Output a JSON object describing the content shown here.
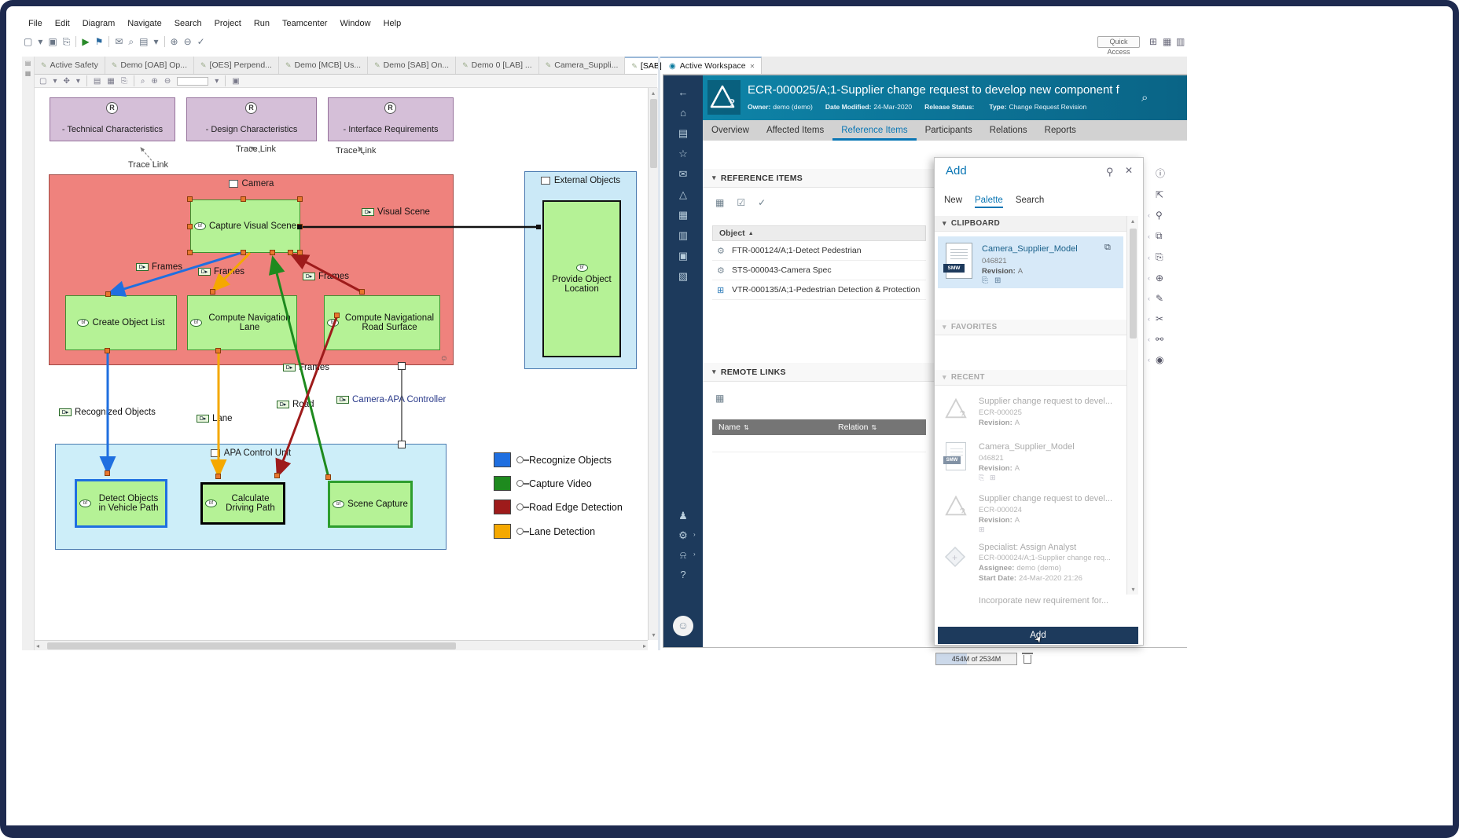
{
  "window": {
    "menu": [
      "File",
      "Edit",
      "Diagram",
      "Navigate",
      "Search",
      "Project",
      "Run",
      "Teamcenter",
      "Window",
      "Help"
    ],
    "quick_access": "Quick Access",
    "memory": "454M of 2534M"
  },
  "editor": {
    "tabs": [
      {
        "label": "Active Safety"
      },
      {
        "label": "Demo [OAB] Op..."
      },
      {
        "label": "[OES] Perpend..."
      },
      {
        "label": "Demo [MCB] Us..."
      },
      {
        "label": "Demo [SAB] On..."
      },
      {
        "label": "Demo 0 [LAB] ..."
      },
      {
        "label": "Camera_Suppli..."
      },
      {
        "label": "[SAB] Camera"
      }
    ]
  },
  "diagram": {
    "req_boxes": [
      "- Technical Characteristics",
      "- Design Characteristics",
      "- Interface Requirements"
    ],
    "trace_labels": [
      "Trace Link",
      "Trace Link",
      "Trace-Link"
    ],
    "camera": {
      "title": "Camera",
      "b1": "Capture Visual Scene",
      "b2": "Create Object List",
      "b3": "Compute Navigation Lane",
      "b4": "Compute Navigational Road Surface"
    },
    "external": {
      "title": "External Objects",
      "b1": "Provide Object Location"
    },
    "apa": {
      "title": "APA Control Unit",
      "b1": "Detect Objects in Vehicle Path",
      "b2": "Calculate Driving Path",
      "b3": "Scene Capture"
    },
    "labels": {
      "visual_scene": "Visual Scene",
      "frames_a": "Frames",
      "frames_b": "Frames",
      "frames_c": "Frames",
      "frames_d": "Frames",
      "recognized": "Recognized Objects",
      "lane": "Lane",
      "road": "Road",
      "capa": "Camera-APA Controller"
    },
    "legend": [
      {
        "label": "Recognize Objects",
        "color": "#1f6fe0"
      },
      {
        "label": "Capture Video",
        "color": "#1e8a1e"
      },
      {
        "label": "Road Edge Detection",
        "color": "#9e1b1b"
      },
      {
        "label": "Lane Detection",
        "color": "#f5a800"
      }
    ]
  },
  "workspace": {
    "tab": "Active Workspace",
    "title": "ECR-000025/A;1-Supplier change request to develop new component f",
    "meta": {
      "owner_label": "Owner:",
      "owner": "demo (demo)",
      "modified_label": "Date Modified:",
      "modified": "24-Mar-2020",
      "release_label": "Release Status:",
      "type_label": "Type:",
      "type": "Change Request Revision"
    },
    "tabs": [
      "Overview",
      "Affected Items",
      "Reference Items",
      "Participants",
      "Relations",
      "Reports"
    ],
    "ref": {
      "title": "REFERENCE ITEMS",
      "column": "Object",
      "rows": [
        "FTR-000124/A;1-Detect Pedestrian",
        "STS-000043-Camera Spec",
        "VTR-000135/A;1-Pedestrian Detection & Protection"
      ]
    },
    "remote": {
      "title": "REMOTE LINKS",
      "col1": "Name",
      "col2": "Relation"
    },
    "add": {
      "title": "Add",
      "tab_new": "New",
      "tab_palette": "Palette",
      "tab_search": "Search",
      "clipboard_title": "CLIPBOARD",
      "clip_item": {
        "name": "Camera_Supplier_Model",
        "id": "046821",
        "rev_label": "Revision:",
        "rev": "A",
        "badge": "SMW"
      },
      "favorites_title": "FAVORITES",
      "recent_title": "RECENT",
      "recent": [
        {
          "name": "Supplier change request to devel...",
          "id": "ECR-000025",
          "rev_label": "Revision:",
          "rev": "A"
        },
        {
          "name": "Camera_Supplier_Model",
          "id": "046821",
          "rev_label": "Revision:",
          "rev": "A",
          "badge": "SMW"
        },
        {
          "name": "Supplier change request to devel...",
          "id": "ECR-000024",
          "rev_label": "Revision:",
          "rev": "A"
        },
        {
          "name": "Specialist: Assign Analyst",
          "id": "ECR-000024/A;1-Supplier change req...",
          "assignee_label": "Assignee:",
          "assignee": "demo (demo)",
          "start_label": "Start Date:",
          "start": "24-Mar-2020 21:26"
        },
        {
          "name": "Incorporate new requirement for..."
        }
      ],
      "button": "Add"
    }
  },
  "icons": {
    "r": "R",
    "bf": "bf",
    "dflow": "D▸",
    "chev_down": "▾",
    "chev_right": "›",
    "chev_left": "‹",
    "close": "✕",
    "pin": "⚲",
    "search": "⌕",
    "sort_asc": "▲",
    "sort_both": "⇅",
    "up": "▴",
    "down": "▾",
    "left": "◂",
    "right": "▸",
    "back": "←",
    "home": "⌂",
    "folder": "▤",
    "star": "☆",
    "mail": "✉",
    "triangle": "△",
    "image": "▦",
    "list": "▥",
    "doc": "▣",
    "report": "▧",
    "pawn": "♟",
    "gear": "⚙",
    "bell": "⍾",
    "help": "?",
    "info": "ⓘ",
    "export": "⧉",
    "copy": "⎘",
    "plus": "⊕",
    "minus": "⊖",
    "pencil": "✎",
    "cut": "✂",
    "share": "⚯",
    "eye": "◉",
    "open": "⇱",
    "table": "▦",
    "checklist": "☑",
    "check": "✓",
    "grid": "▤",
    "square": "▢",
    "run": "▶",
    "flag": "⚑",
    "move": "✥",
    "box": "⊞",
    "person": "☺",
    "cursor": "➤"
  }
}
